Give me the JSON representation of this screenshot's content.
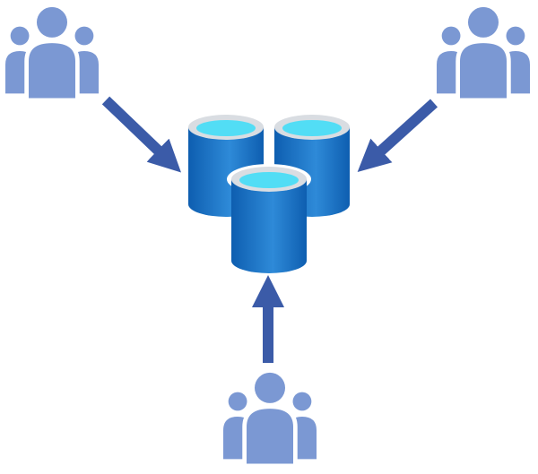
{
  "diagram": {
    "colors": {
      "user_group": "#7B98D3",
      "arrow": "#3B5BA8",
      "database_dark": "#0E5EB0",
      "database_light": "#2E8AD8",
      "database_rim": "#D9DDE2",
      "database_top": "#52DDF5"
    },
    "nodes": [
      {
        "id": "user-group-top-left",
        "icon": "users-icon"
      },
      {
        "id": "user-group-top-right",
        "icon": "users-icon"
      },
      {
        "id": "user-group-bottom",
        "icon": "users-icon"
      },
      {
        "id": "shared-database",
        "icon": "database-cluster-icon"
      }
    ],
    "edges": [
      {
        "from": "user-group-top-left",
        "to": "shared-database"
      },
      {
        "from": "user-group-top-right",
        "to": "shared-database"
      },
      {
        "from": "user-group-bottom",
        "to": "shared-database"
      }
    ]
  }
}
